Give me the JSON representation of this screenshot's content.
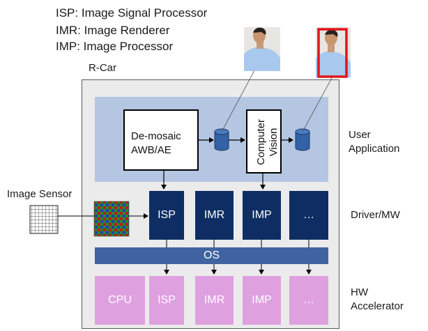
{
  "legend": {
    "isp": "ISP: Image Signal Processor",
    "imr": "IMR: Image Renderer",
    "imp": "IMP: Image Processor"
  },
  "soc_label": "R-Car",
  "image_sensor_label": "Image Sensor",
  "app_layer": {
    "demosaic_line1": "De-mosaic",
    "demosaic_line2": "AWB/AE",
    "cv_label": "Computer Vision"
  },
  "driver_blocks": [
    "ISP",
    "IMR",
    "IMP",
    "…"
  ],
  "os_label": "OS",
  "hw_blocks": [
    "CPU",
    "ISP",
    "IMR",
    "IMP",
    "…"
  ],
  "layer_labels": {
    "user_line1": "User",
    "user_line2": "Application",
    "driver": "Driver/MW",
    "hw_line1": "HW",
    "hw_line2": "Accelerator"
  },
  "colors": {
    "chip_navy": "#0e2e63",
    "os_bar": "#3f63a0",
    "app_band": "#b4c6e1",
    "soc_bg": "#ebebeb",
    "hw_pink": "#dfa0e0",
    "highlight_red": "#e0151b"
  }
}
